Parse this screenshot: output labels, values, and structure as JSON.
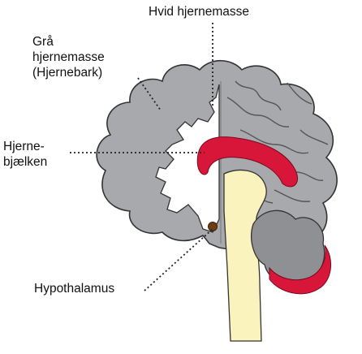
{
  "labels": {
    "white_matter": "Hvid hjernemasse",
    "gray_matter_line1": "Grå",
    "gray_matter_line2": "hjernemasse",
    "gray_matter_line3": "(Hjernebark)",
    "corpus_callosum_line1": "Hjerne-",
    "corpus_callosum_line2": "bjælken",
    "hypothalamus": "Hypothalamus"
  },
  "colors": {
    "gray_matter": "#a8a9ad",
    "gray_outline": "#333333",
    "white_matter": "#ffffff",
    "corpus_callosum": "#d8163a",
    "brainstem": "#fbf3bd",
    "cerebellum": "#8f9094",
    "hypothalamus_dot": "#6b3e14",
    "pointer_line": "#222222"
  }
}
